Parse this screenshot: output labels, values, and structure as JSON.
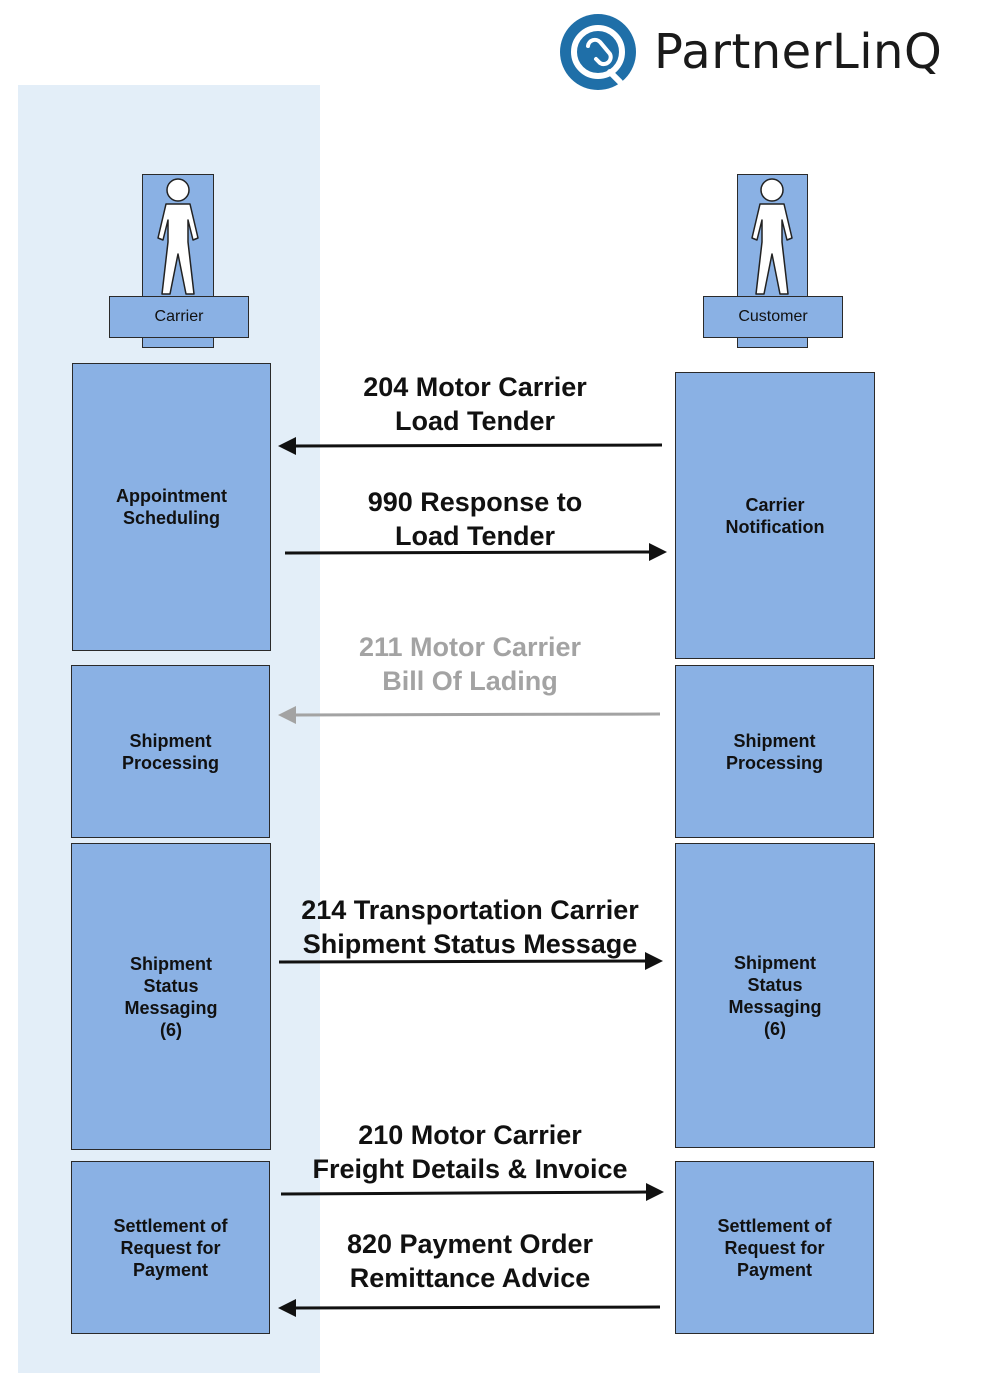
{
  "brand": {
    "name": "PartnerLinQ",
    "logo_icon": "partnerlinq-logo-icon"
  },
  "actors": {
    "carrier": {
      "label": "Carrier",
      "icon": "person-icon"
    },
    "customer": {
      "label": "Customer",
      "icon": "person-icon"
    }
  },
  "carrier_lane": {
    "appointment": "Appointment\nScheduling",
    "processing": "Shipment\nProcessing",
    "status": "Shipment\nStatus\nMessaging\n(6)",
    "settlement": "Settlement of\nRequest for\nPayment"
  },
  "customer_lane": {
    "notification": "Carrier\nNotification",
    "processing": "Shipment\nProcessing",
    "status": "Shipment\nStatus\nMessaging\n(6)",
    "settlement": "Settlement of\nRequest for\nPayment"
  },
  "messages": {
    "m204": {
      "text": "204 Motor Carrier\nLoad Tender",
      "direction": "to-carrier",
      "color": "#111111"
    },
    "m990": {
      "text": "990 Response to\nLoad Tender",
      "direction": "to-customer",
      "color": "#111111"
    },
    "m211": {
      "text": "211 Motor Carrier\nBill Of Lading",
      "direction": "to-carrier",
      "color": "#a3a3a3"
    },
    "m214": {
      "text": "214 Transportation Carrier\nShipment Status Message",
      "direction": "to-customer",
      "color": "#111111"
    },
    "m210": {
      "text": "210 Motor Carrier\nFreight Details & Invoice",
      "direction": "to-customer",
      "color": "#111111"
    },
    "m820": {
      "text": "820 Payment Order\nRemittance Advice",
      "direction": "to-carrier",
      "color": "#111111"
    }
  },
  "colors": {
    "lane": "#e3eef8",
    "block": "#8ab1e4",
    "logo_blue": "#1f6fa8"
  }
}
